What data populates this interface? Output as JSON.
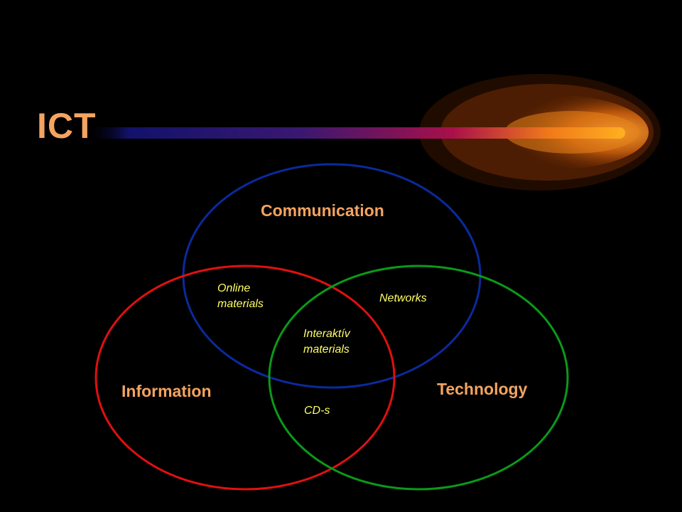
{
  "slide": {
    "title": "ICT"
  },
  "diagram": {
    "sets": [
      {
        "key": "communication",
        "label": "Communication",
        "color": "#0a2a9c"
      },
      {
        "key": "information",
        "label": "Information",
        "color": "#e01010"
      },
      {
        "key": "technology",
        "label": "Technology",
        "color": "#0a9a1a"
      }
    ],
    "regions": {
      "online_materials": [
        "Online",
        "materials"
      ],
      "networks": [
        "Networks"
      ],
      "interactive_materials": [
        "Interaktív",
        "materials"
      ],
      "cds": [
        "CD-s"
      ]
    }
  },
  "colors": {
    "background": "#000000",
    "title": "#f4a460",
    "set_label": "#f4a460",
    "region_label": "#ffff66"
  }
}
